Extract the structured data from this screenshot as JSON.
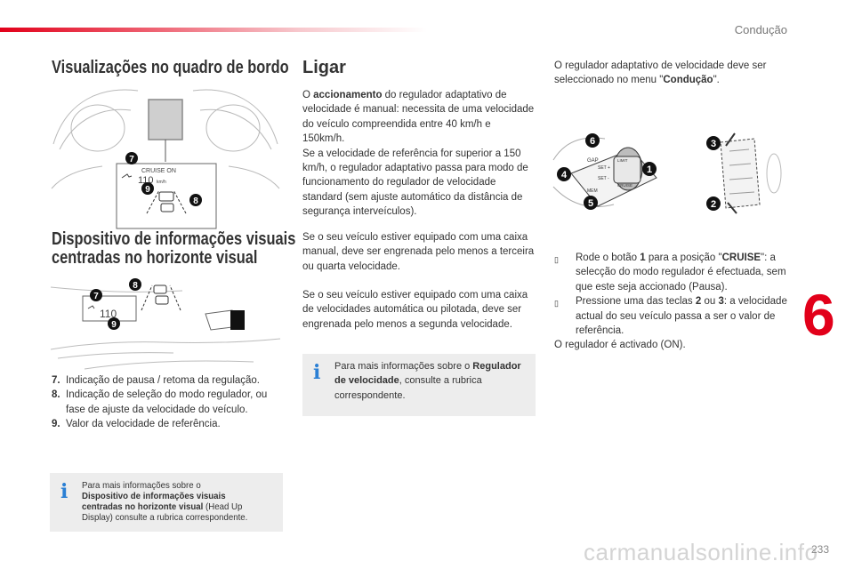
{
  "header": {
    "section": "Condução"
  },
  "left": {
    "title1": "Visualizações no quadro de bordo",
    "title2_line1": "Dispositivo de informações visuais",
    "title2_line2": "centradas no horizonte visual",
    "fig1": {
      "display_text": "CRUISE ON",
      "speed": "110",
      "unit": "km/h",
      "callouts": [
        "7",
        "9",
        "8"
      ]
    },
    "fig2": {
      "speed": "110",
      "callouts": [
        "7",
        "8",
        "9"
      ]
    },
    "legend": [
      {
        "num": "7.",
        "text": "Indicação de pausa / retoma da regulação."
      },
      {
        "num": "8.",
        "text": "Indicação de seleção do modo regulador, ou fase de ajuste da velocidade do veículo."
      },
      {
        "num": "9.",
        "text": "Valor da velocidade de referência."
      }
    ],
    "info": {
      "pre": "Para mais informações sobre o",
      "bold": "Dispositivo de informações visuais centradas no horizonte visual",
      "post": " (Head Up Display) consulte a rubrica correspondente."
    }
  },
  "middle": {
    "title": "Ligar",
    "p1_pre": "O ",
    "p1_bold": "accionamento",
    "p1_post": " do regulador adaptativo de velocidade é manual: necessita de uma velocidade do veículo compreendida entre 40 km/h e 150km/h.",
    "p1_second": "Se a velocidade de referência for superior a 150 km/h, o regulador adaptativo passa para modo de funcionamento do regulador de velocidade standard (sem ajuste automático da distância de segurança interveículos).",
    "p2": "Se o seu veículo estiver equipado com uma caixa manual, deve ser engrenada pelo menos a terceira ou quarta velocidade.",
    "p3": "Se o seu veículo estiver equipado com uma caixa de velocidades automática ou pilotada, deve ser engrenada pelo menos a segunda velocidade.",
    "info": {
      "pre": "Para mais informações sobre o ",
      "bold": "Regulador de velocidade",
      "post": ", consulte a rubrica correspondente."
    }
  },
  "right": {
    "intro_pre": "O regulador adaptativo de velocidade deve ser seleccionado no menu \"",
    "intro_bold": "Condução",
    "intro_post": "\".",
    "fig3": {
      "callouts": [
        "6",
        "4",
        "5",
        "1",
        "3",
        "2"
      ],
      "labels": [
        "GAP",
        "SET +",
        "SET -",
        "LIMIT",
        "CRUISE",
        "MEM"
      ]
    },
    "bullets": [
      {
        "pre": "Rode o botão ",
        "b1": "1",
        "mid": " para a posição \"",
        "b2": "CRUISE",
        "post": "\": a selecção do modo regulador é efectuada, sem que este seja accionado (Pausa)."
      },
      {
        "pre": "Pressione uma das teclas ",
        "b1": "2",
        "mid": " ou ",
        "b2": "3",
        "post": ": a velocidade actual do seu veículo passa a ser o valor de referência."
      }
    ],
    "outro": "O regulador é activado (ON)."
  },
  "chapter": "6",
  "page_number": "233",
  "watermark": "carmanualsonline.info"
}
